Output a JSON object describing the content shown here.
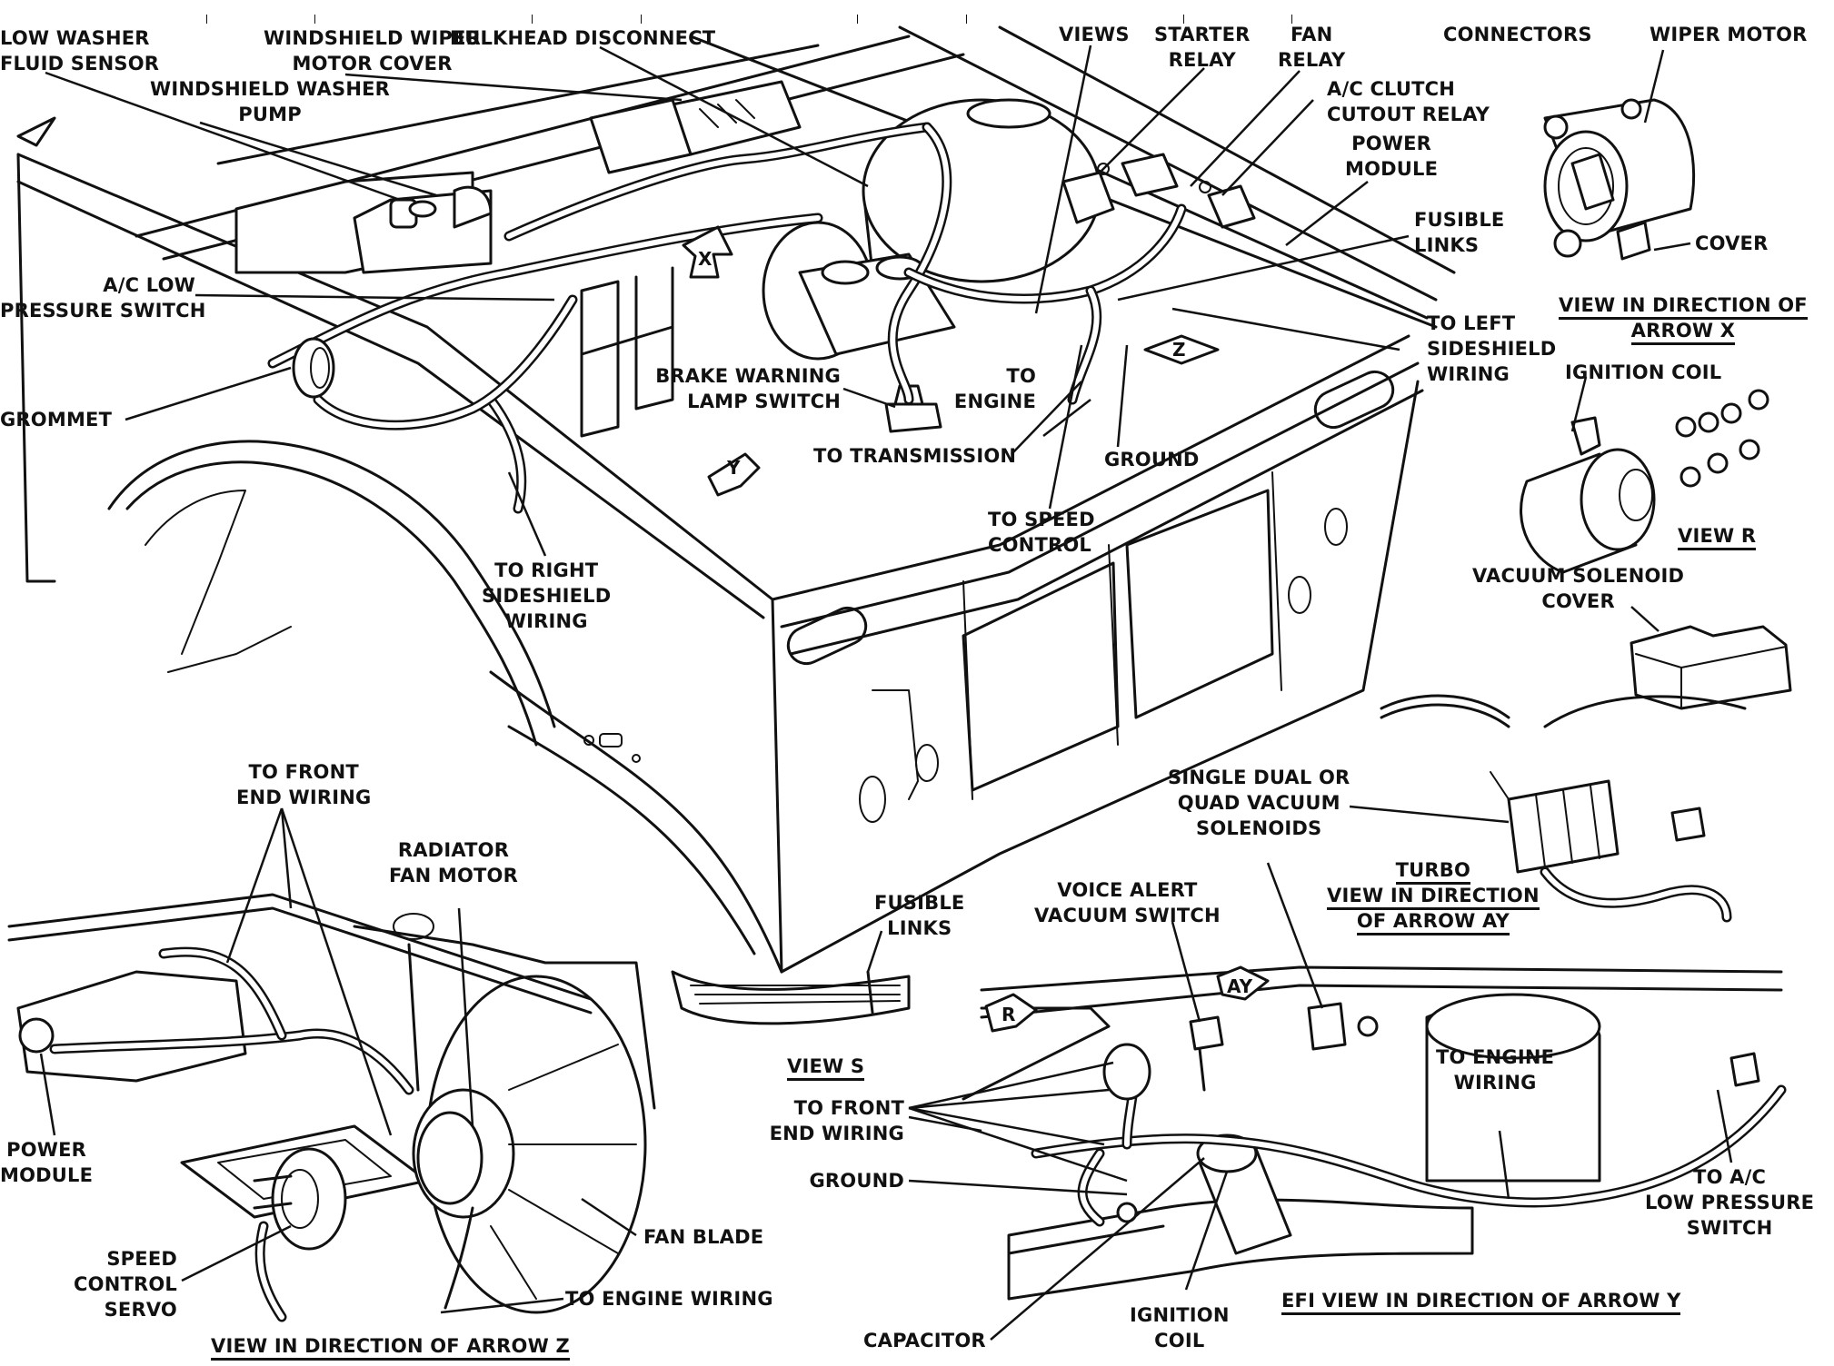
{
  "diagram": {
    "title": "Engine Compartment Wiring Component Locations",
    "top_callouts": {
      "low_washer_fluid_sensor": [
        "LOW WASHER",
        "FLUID SENSOR"
      ],
      "windshield_wiper_motor_cover": [
        "WINDSHIELD WIPER",
        "MOTOR COVER"
      ],
      "windshield_washer_pump": [
        "WINDSHIELD WASHER",
        "PUMP"
      ],
      "bulkhead_disconnect": [
        "BULKHEAD DISCONNECT"
      ],
      "views": [
        "VIEWS"
      ],
      "starter_relay": [
        "STARTER",
        "RELAY"
      ],
      "fan_relay": [
        "FAN",
        "RELAY"
      ],
      "ac_clutch_cutout_relay": [
        "A/C CLUTCH",
        "CUTOUT RELAY"
      ],
      "power_module": [
        "POWER",
        "MODULE"
      ],
      "fusible_links": [
        "FUSIBLE",
        "LINKS"
      ],
      "connectors": [
        "CONNECTORS"
      ],
      "ac_low_pressure_switch": [
        "A/C LOW",
        "PRESSURE SWITCH"
      ],
      "grommet": [
        "GROMMET"
      ],
      "brake_warning_lamp_switch": [
        "BRAKE WARNING",
        "LAMP SWITCH"
      ],
      "to_engine": [
        "TO",
        "ENGINE"
      ],
      "to_transmission": [
        "TO TRANSMISSION"
      ],
      "ground": [
        "GROUND"
      ],
      "to_speed_control": [
        "TO SPEED",
        "CONTROL"
      ],
      "to_left_sideshield_wiring": [
        "TO LEFT",
        "SIDESHIELD",
        "WIRING"
      ],
      "to_right_sideshield_wiring": [
        "TO RIGHT",
        "SIDESHIELD",
        "WIRING"
      ]
    },
    "view_x": {
      "wiper_motor": "WIPER MOTOR",
      "cover": "COVER",
      "caption": [
        "VIEW IN DIRECTION OF",
        "ARROW X"
      ]
    },
    "view_r": {
      "ignition_coil": "IGNITION COIL",
      "caption": "VIEW R"
    },
    "vacuum_solenoid": {
      "cover": [
        "VACUUM SOLENOID",
        "COVER"
      ],
      "solenoids": [
        "SINGLE DUAL OR",
        "QUAD VACUUM",
        "SOLENOIDS"
      ],
      "turbo_caption": [
        "TURBO",
        "VIEW IN DIRECTION",
        "OF ARROW AY"
      ]
    },
    "view_z": {
      "to_front_end_wiring": [
        "TO FRONT",
        "END WIRING"
      ],
      "radiator_fan_motor": [
        "RADIATOR",
        "FAN MOTOR"
      ],
      "power_module": [
        "POWER",
        "MODULE"
      ],
      "speed_control_servo": [
        "SPEED",
        "CONTROL",
        "SERVO"
      ],
      "fan_blade": "FAN BLADE",
      "to_engine_wiring": "TO ENGINE WIRING",
      "caption": "VIEW IN DIRECTION OF ARROW Z"
    },
    "view_s": {
      "fusible_links": [
        "FUSIBLE",
        "LINKS"
      ],
      "caption": "VIEW S"
    },
    "view_y": {
      "voice_alert_vacuum_switch": [
        "VOICE ALERT",
        "VACUUM SWITCH"
      ],
      "to_front_end_wiring": [
        "TO FRONT",
        "END WIRING"
      ],
      "ground": "GROUND",
      "capacitor": "CAPACITOR",
      "ignition_coil": [
        "IGNITION",
        "COIL"
      ],
      "to_engine_wiring": [
        "TO ENGINE",
        "WIRING"
      ],
      "to_ac_low_pressure_switch": [
        "TO A/C",
        "LOW PRESSURE",
        "SWITCH"
      ],
      "caption": "EFI VIEW IN DIRECTION OF ARROW Y"
    },
    "view_arrows": {
      "x": "X",
      "y": "Y",
      "z": "Z",
      "r": "R",
      "ay": "AY"
    }
  }
}
